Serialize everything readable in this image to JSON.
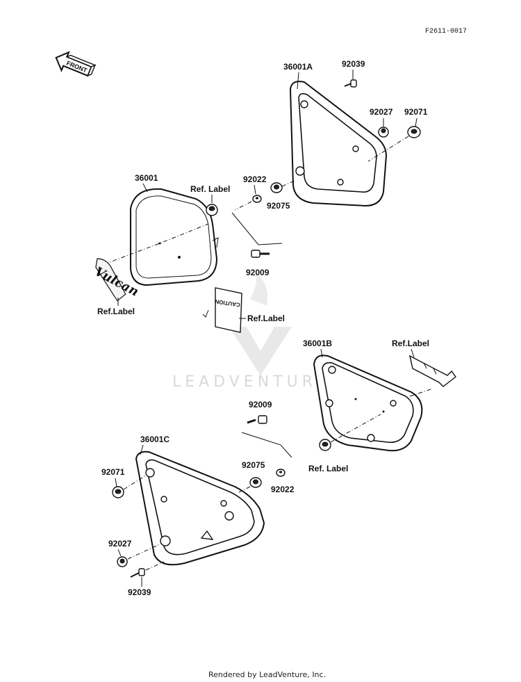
{
  "header": {
    "drawing_code": "F2611-0017"
  },
  "front_tag": {
    "text": "FRONT"
  },
  "watermark": {
    "text": "LEADVENTURE"
  },
  "footer": {
    "text": "Rendered by LeadVenture, Inc."
  },
  "parts": {
    "p36001A": "36001A",
    "p92039_top": "92039",
    "p92027_top": "92027",
    "p92071_top": "92071",
    "p36001": "36001",
    "ref_label_cover": "Ref. Label",
    "p92022_top": "92022",
    "p92075_top": "92075",
    "p92009_top": "92009",
    "ref_label_emblem": "Ref.Label",
    "ref_label_caution": "Ref.Label",
    "caution_text": "CAUTION",
    "emblem_text": "Vulcan",
    "p36001B": "36001B",
    "ref_label_right": "Ref.Label",
    "p92009_bottom": "92009",
    "p36001C": "36001C",
    "p92071_bottom": "92071",
    "p92075_bottom": "92075",
    "p92022_bottom": "92022",
    "ref_label_bottom": "Ref.  Label",
    "p92027_bottom": "92027",
    "p92039_bottom": "92039"
  }
}
